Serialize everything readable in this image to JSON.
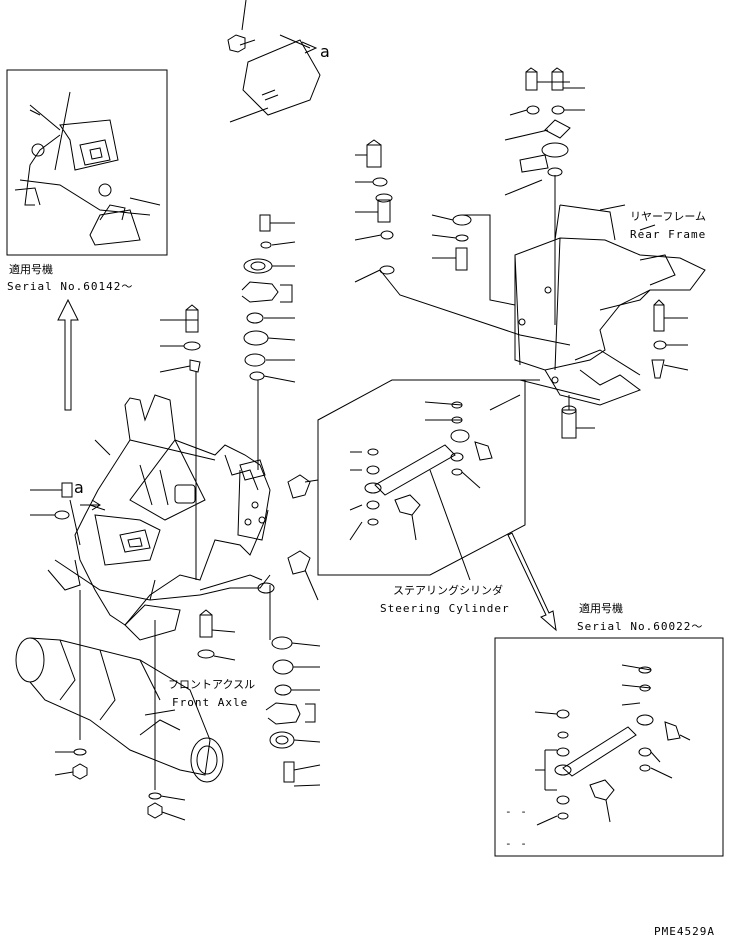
{
  "labels": {
    "rear_frame_jp": "リヤーフレーム",
    "rear_frame_en": "Rear Frame",
    "front_axle_jp": "フロントアクスル",
    "front_axle_en": "Front Axle",
    "steering_cyl_jp": "ステアリングシリンダ",
    "steering_cyl_en": "Steering Cylinder",
    "serial_jp": "適用号機",
    "serial_a": "Serial No.60142～",
    "serial_b": "Serial No.60022～",
    "view_a_top": "a",
    "view_a_left": "a",
    "dash1": "- -",
    "dash2": "- -",
    "drawing_code": "PME4529A"
  },
  "colors": {
    "line": "#000000",
    "background": "#ffffff"
  }
}
